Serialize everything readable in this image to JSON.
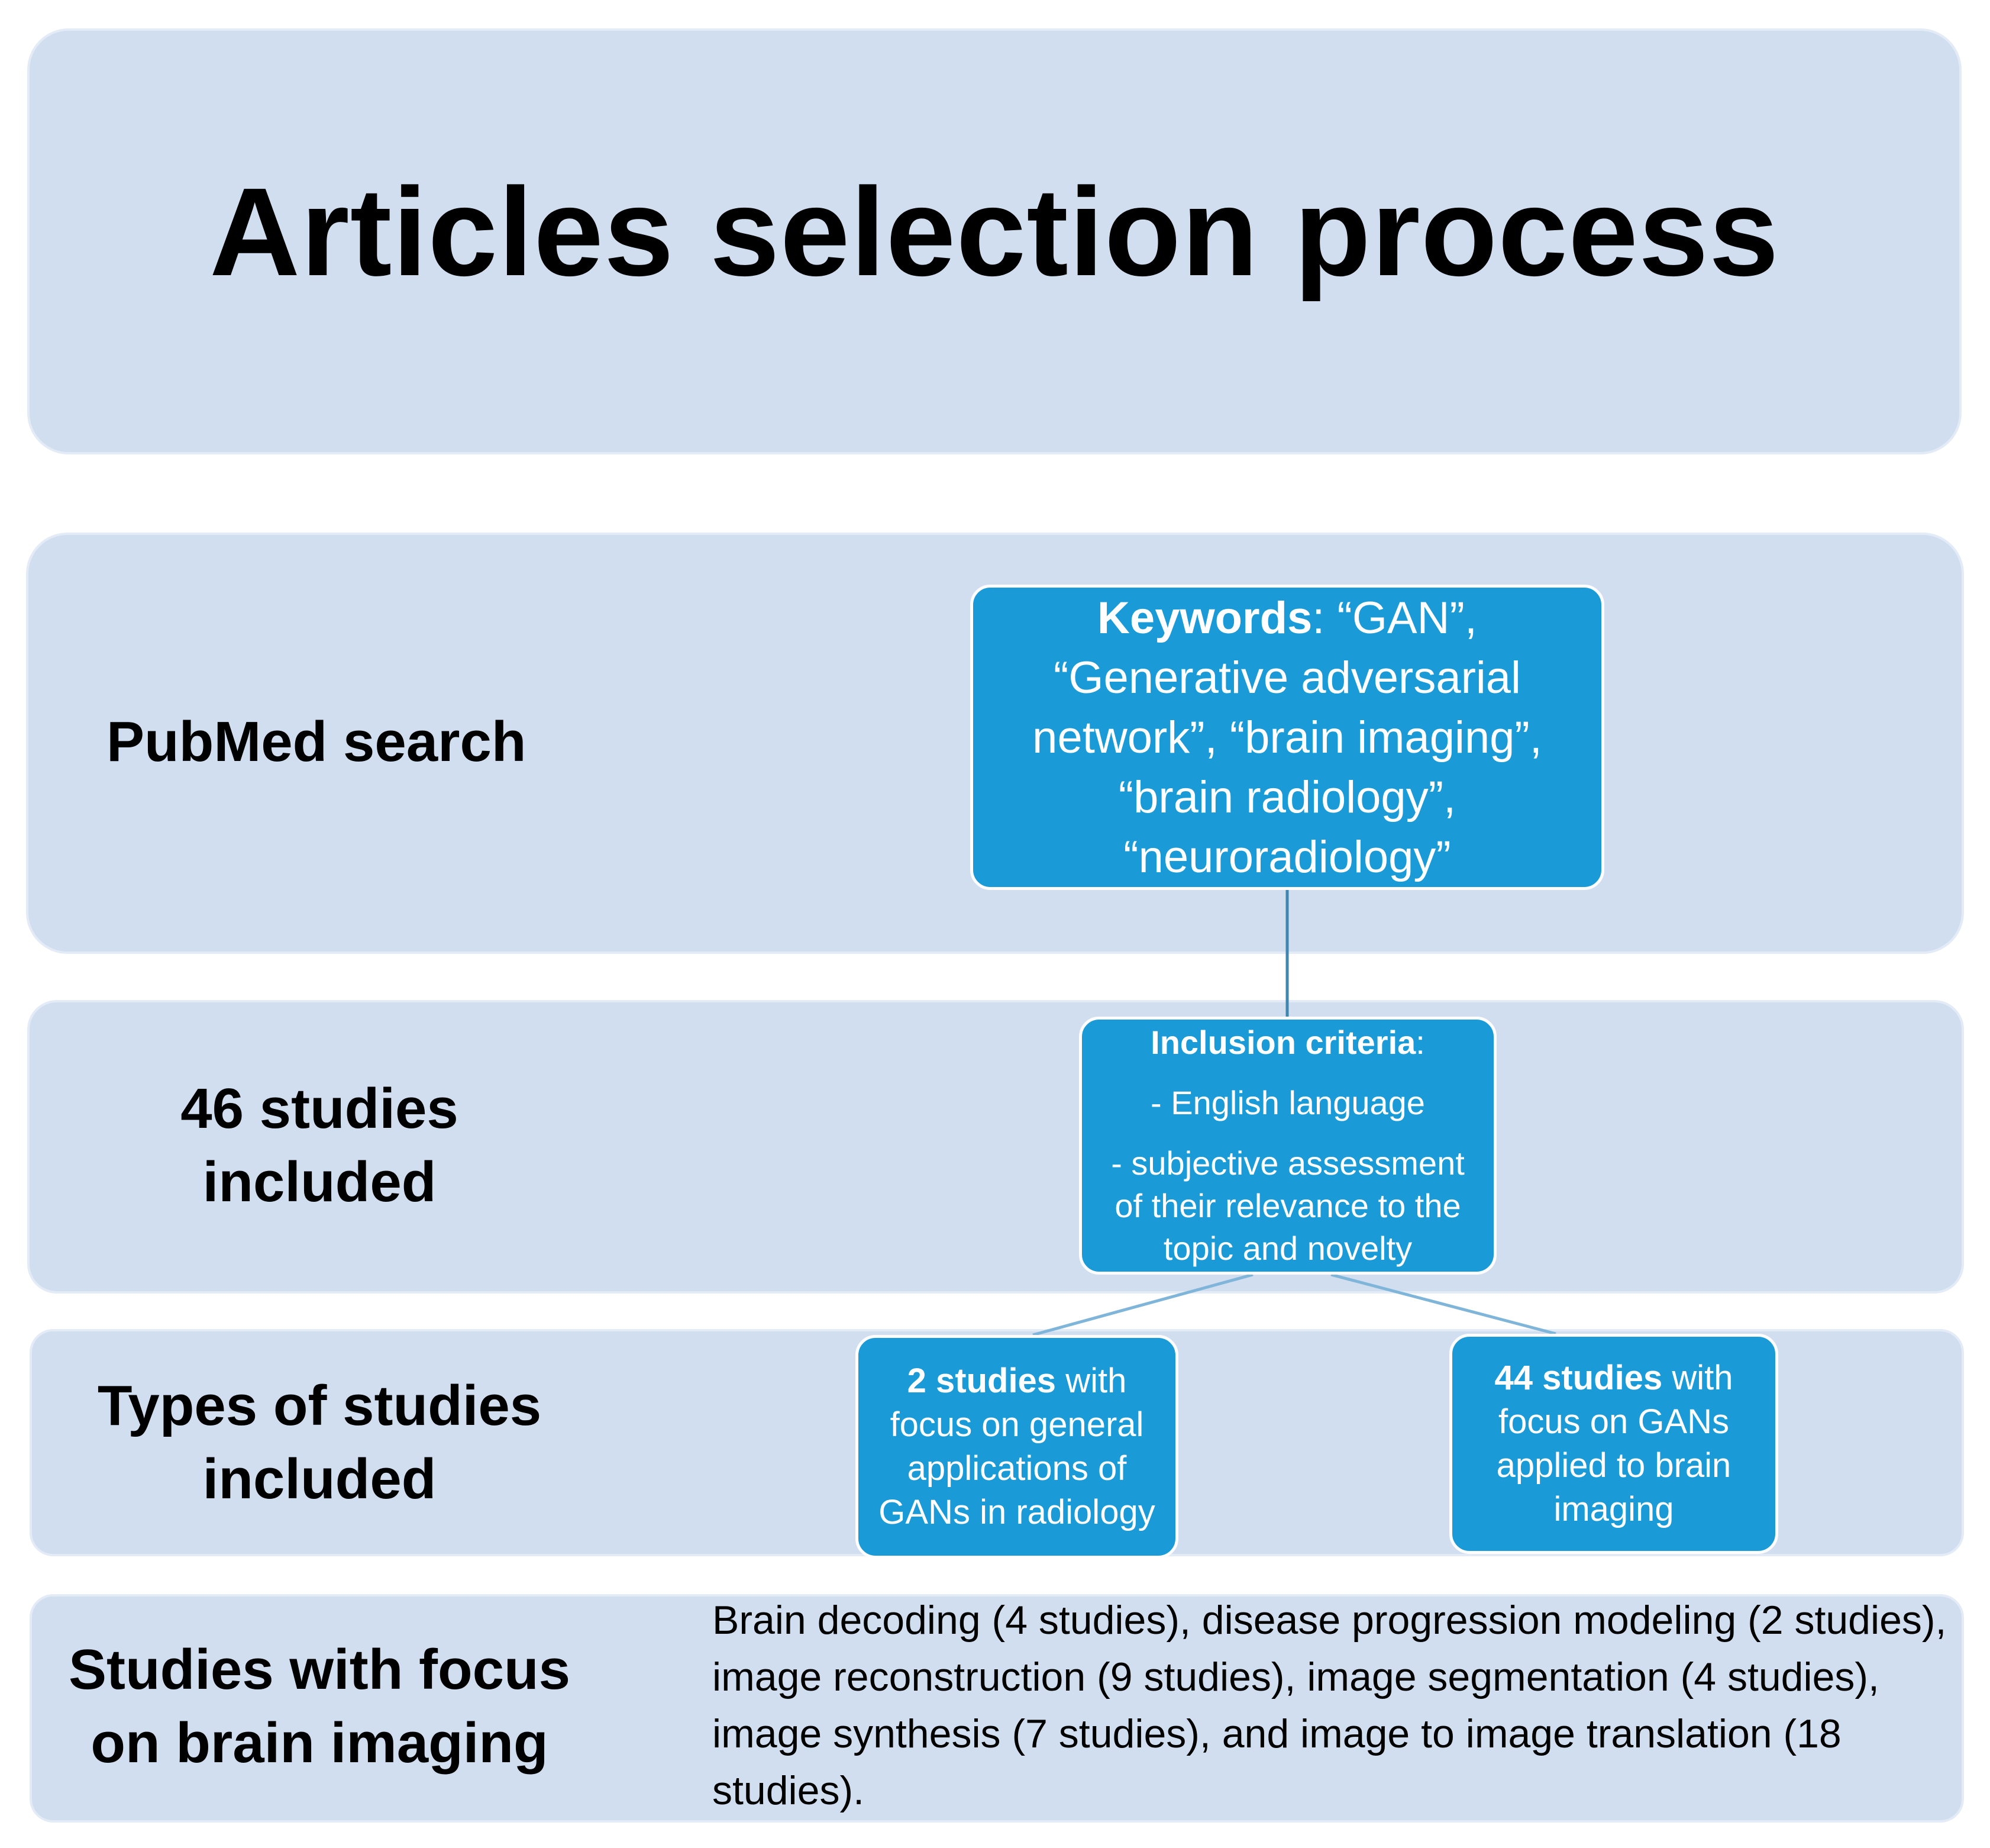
{
  "title": "Articles selection process",
  "rows": {
    "pubmed_search": "PubMed search",
    "studies_included_line1": "46 studies",
    "studies_included_line2": "included",
    "types_line1": "Types of studies",
    "types_line2": "included",
    "brain_line1": "Studies with focus",
    "brain_line2": "on brain imaging"
  },
  "keywords_box": {
    "bold": "Keywords",
    "line1_rest": ": “GAN”,",
    "line2": "“Generative adversarial",
    "line3": "network”, “brain imaging”,",
    "line4": "“brain radiology”,",
    "line5": "“neuroradiology”"
  },
  "inclusion_box": {
    "heading": "Inclusion criteria",
    "heading_suffix": ":",
    "item1": "- English language",
    "item2_line1": "- subjective assessment",
    "item2_line2": "of their relevance to the",
    "item2_line3": "topic and novelty"
  },
  "general_box": {
    "bold": "2 studies",
    "line1_rest": " with",
    "line2": "focus on general",
    "line3": "applications of",
    "line4": "GANs in radiology"
  },
  "brain_box": {
    "bold": "44 studies",
    "line1_rest": " with",
    "line2": "focus on GANs",
    "line3": "applied to brain",
    "line4": "imaging"
  },
  "brain_summary": "Brain decoding (4 studies), disease progression modeling (2 studies), image reconstruction (9 studies), image segmentation (4 studies), image synthesis (7 studies), and image to image translation (18 studies).",
  "colors": {
    "band": "#d0deef",
    "box": "#1a9bd7",
    "connector": "#3f86b0"
  }
}
